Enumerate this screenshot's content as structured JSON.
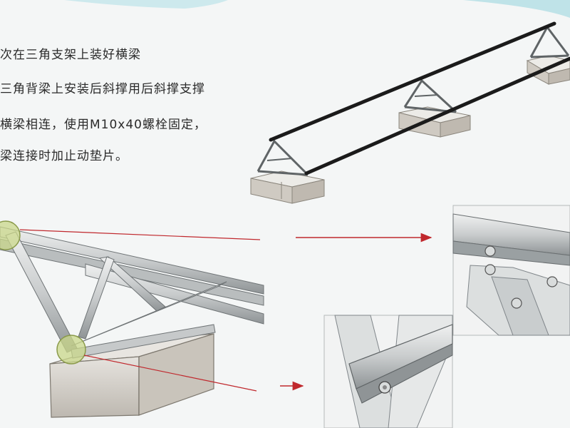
{
  "instructions": {
    "line1": "次在三角支架上装好横梁",
    "line2": "三角背梁上安装后斜撑用后斜撑支撑",
    "line3": "横梁相连，使用M10x40螺栓固定，",
    "line4": "梁连接时加止动垫片。"
  },
  "colors": {
    "background": "#f4f6f6",
    "accent_teal": "#bfe3e8",
    "callout_red": "#c0282d",
    "steel_light": "#e1e3e3",
    "steel_dark": "#8a8f91",
    "beam_black": "#1b1b1b",
    "concrete": "#d8d5cf",
    "callout_circle": "#c9d78a"
  }
}
